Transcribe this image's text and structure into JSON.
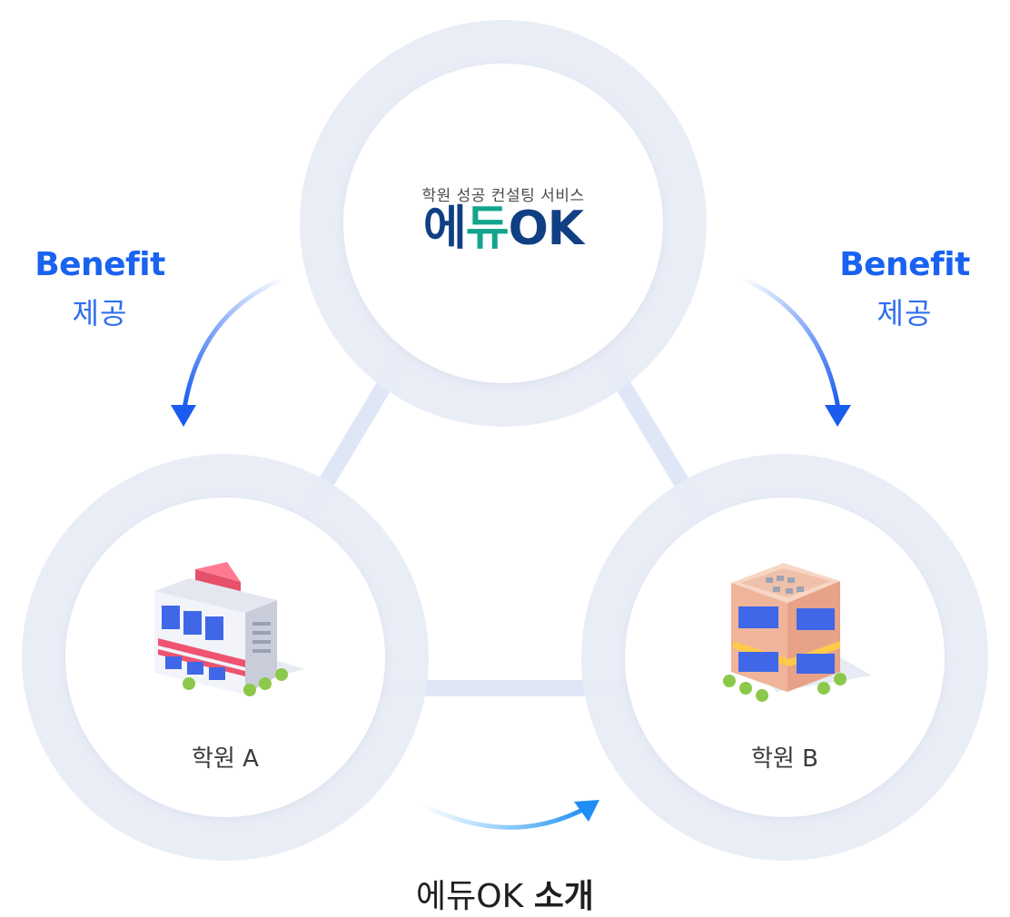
{
  "center": {
    "subtitle": "학원 성공 컨설팅 서비스",
    "logo": {
      "part1": "에",
      "part2": "듀",
      "part3": "OK",
      "color_dark": "#103f83",
      "color_teal": "#12a48c"
    }
  },
  "benefit_left": {
    "en": "Benefit",
    "ko": "제공"
  },
  "benefit_right": {
    "en": "Benefit",
    "ko": "제공"
  },
  "node_a": {
    "label": "학원 A",
    "icon": "office-building-icon"
  },
  "node_b": {
    "label": "학원 B",
    "icon": "store-building-icon"
  },
  "caption": {
    "normal": "에듀OK ",
    "bold": "소개"
  },
  "colors": {
    "accent": "#1a63f0",
    "arrow_light": "#3fb0f6",
    "connector": "#dfe7f7"
  }
}
